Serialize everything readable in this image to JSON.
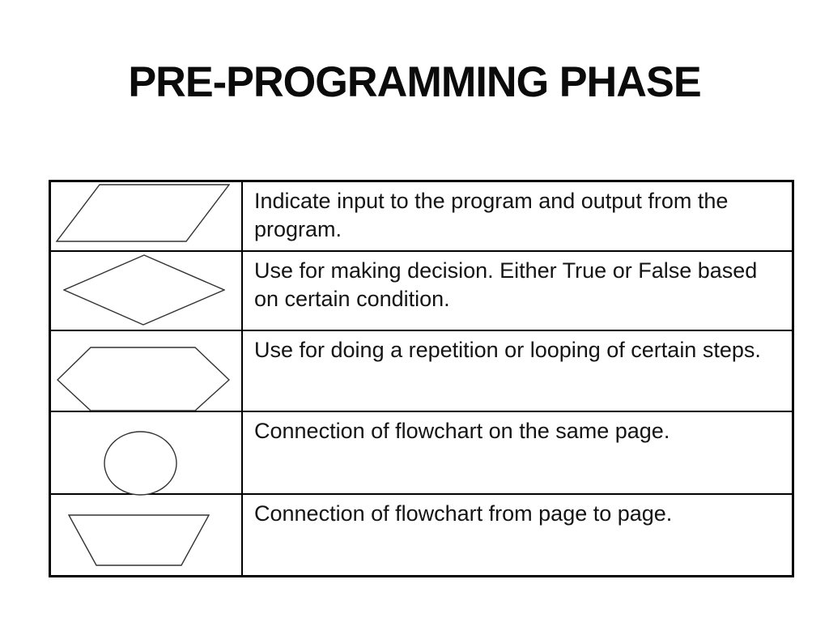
{
  "title": "PRE-PROGRAMMING PHASE",
  "table": {
    "rows": [
      {
        "symbol": "parallelogram",
        "meaning": "input-output-symbol",
        "description": "Indicate input to the program and output from the\nprogram."
      },
      {
        "symbol": "diamond",
        "meaning": "decision-symbol",
        "description": "Use for making decision. Either True or False based\non certain condition."
      },
      {
        "symbol": "hexagon",
        "meaning": "loop-symbol",
        "description": "Use for doing a repetition or looping of certain steps."
      },
      {
        "symbol": "circle",
        "meaning": "on-page-connector-symbol",
        "description": "Connection of flowchart on the same page."
      },
      {
        "symbol": "trapezoid",
        "meaning": "off-page-connector-symbol",
        "description": "Connection of flowchart from page to page."
      }
    ]
  },
  "colors": {
    "background": "#ffffff",
    "text": "#141414",
    "table_border": "#000000",
    "shape_stroke": "#333333"
  }
}
